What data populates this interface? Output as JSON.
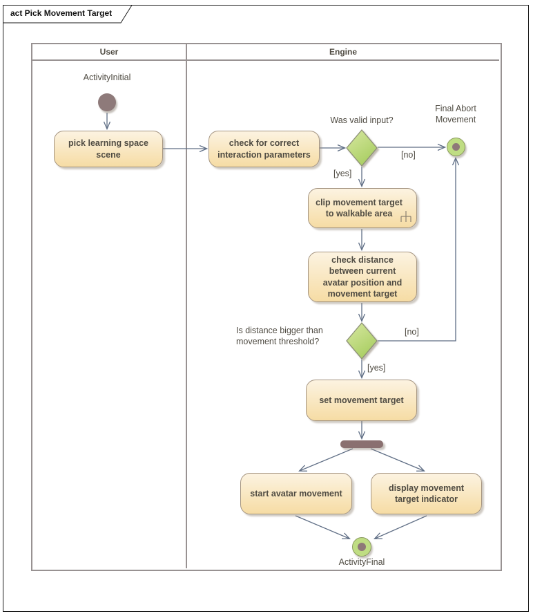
{
  "title": "act Pick Movement Target",
  "lanes": {
    "user": "User",
    "engine": "Engine"
  },
  "nodes": {
    "activity_initial": {
      "label": "ActivityInitial"
    },
    "pick_learning_space": {
      "label": "pick learning space scene"
    },
    "check_interaction_params": {
      "label": "check for correct interaction parameters"
    },
    "decision_valid_input": {
      "question": "Was valid input?"
    },
    "final_abort": {
      "label": "Final Abort\nMovement"
    },
    "clip_movement_target": {
      "label": "clip movement target to walkable area"
    },
    "check_distance": {
      "label": "check distance between current avatar position and movement target"
    },
    "decision_distance": {
      "question": "Is distance bigger than movement threshold?"
    },
    "set_movement_target": {
      "label": "set movement target"
    },
    "start_avatar_movement": {
      "label": "start avatar movement"
    },
    "display_target_indicator": {
      "label": "display movement target indicator"
    },
    "activity_final": {
      "label": "ActivityFinal"
    }
  },
  "edge_labels": {
    "valid_yes": "[yes]",
    "valid_no": "[no]",
    "distance_yes": "[yes]",
    "distance_no": "[no]"
  },
  "colors": {
    "action_fill_top": "#fcf3e1",
    "action_fill_bottom": "#f6dca4",
    "action_border": "#a49480",
    "decision_fill_top": "#d8e8a2",
    "decision_fill_bottom": "#a9ce62",
    "decision_border": "#8c9076",
    "initial_fill": "#8e7a7a",
    "final_outer": "#bfdd83",
    "final_border": "#8a9a5e",
    "final_inner": "#8e7878",
    "fork_fill": "#8a7070",
    "edge_color": "#5f6e85",
    "lane_border": "#989292",
    "text_color": "#4f4b42"
  }
}
